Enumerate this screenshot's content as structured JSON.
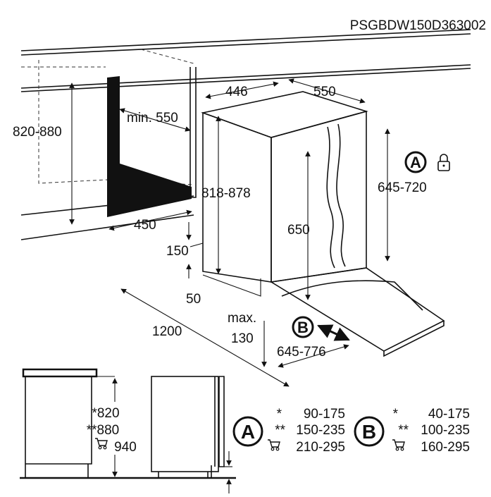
{
  "title": "PSGBDW150D363002",
  "dimensions": {
    "depth_top": "446",
    "width_top": "550",
    "min_depth": "min. 550",
    "niche_height": "820-880",
    "appliance_height": "818-878",
    "door_height": "645-720",
    "inner_height": "650",
    "niche_width": "450",
    "plinth_height": "150",
    "plinth_depth": "50",
    "door_open_depth": "1200",
    "max_label": "max.",
    "max_value": "130",
    "door_travel": "645-776"
  },
  "markers": {
    "a": "A",
    "b": "B"
  },
  "icons": {
    "lock": "lock-icon",
    "cart": "cart-icon"
  },
  "bottom": {
    "heights": [
      "*820",
      "**880",
      "940"
    ],
    "table_a": {
      "label": "A",
      "rows": [
        {
          "mark": "*",
          "value": "90-175"
        },
        {
          "mark": "**",
          "value": "150-235"
        },
        {
          "mark": "",
          "value": "210-295"
        }
      ]
    },
    "table_b": {
      "label": "B",
      "rows": [
        {
          "mark": "*",
          "value": "40-175"
        },
        {
          "mark": "**",
          "value": "100-235"
        },
        {
          "mark": "",
          "value": "160-295"
        }
      ]
    }
  }
}
